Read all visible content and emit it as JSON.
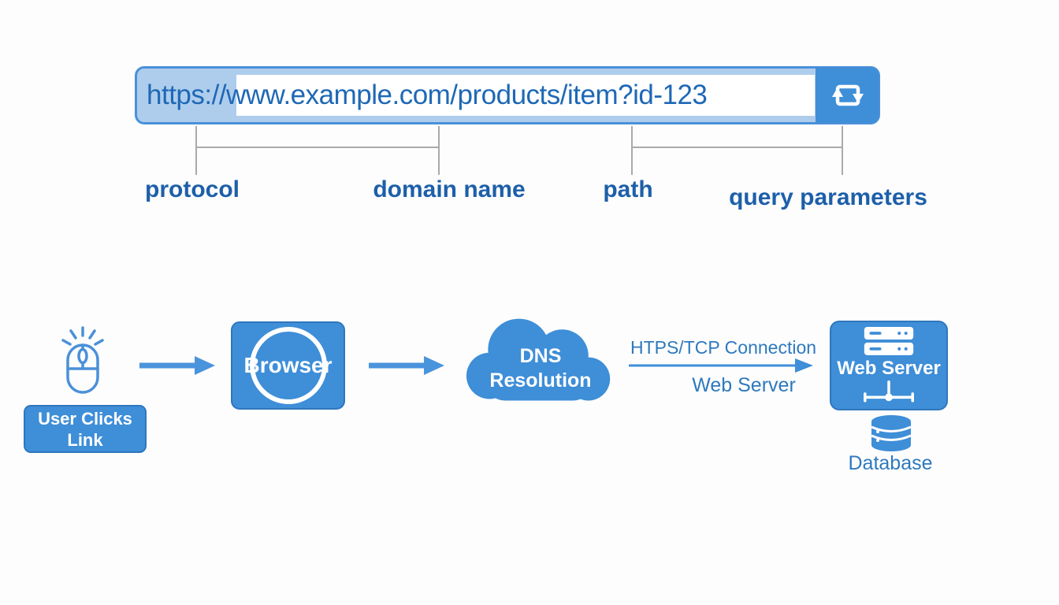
{
  "url_bar": {
    "url": "https://www.example.com/products/item?id-123",
    "reload_button_icon": "repeat-icon"
  },
  "url_parts": {
    "protocol_label": "protocol",
    "domain_label": "domain name",
    "path_label": "path",
    "query_label": "query parameters"
  },
  "flow": {
    "user_clicks_label": "User Clicks Link",
    "browser_label": "Browser",
    "dns_label_line1": "DNS",
    "dns_label_line2": "Resolution",
    "connection_label": "HTPS/TCP Connection",
    "connection_target_label": "Web Server",
    "web_server_label": "Web Server",
    "database_label": "Database",
    "icons": {
      "user": "mouse-click-icon",
      "dns": "cloud-shape",
      "web_server": "server-rack-icon",
      "web_server_network": "network-connector-icon",
      "database": "database-cylinder-icon"
    }
  },
  "colors": {
    "primary_blue": "#3e8ed8",
    "arrow_blue": "#4a94dc",
    "url_bar_fill": "#aecdec",
    "url_bar_border": "#4a90d9",
    "url_text": "#1e68b6",
    "part_label_text": "#1d5fa9",
    "flow_label_text": "#2e79be",
    "connector_gray": "#aaaaaa"
  }
}
